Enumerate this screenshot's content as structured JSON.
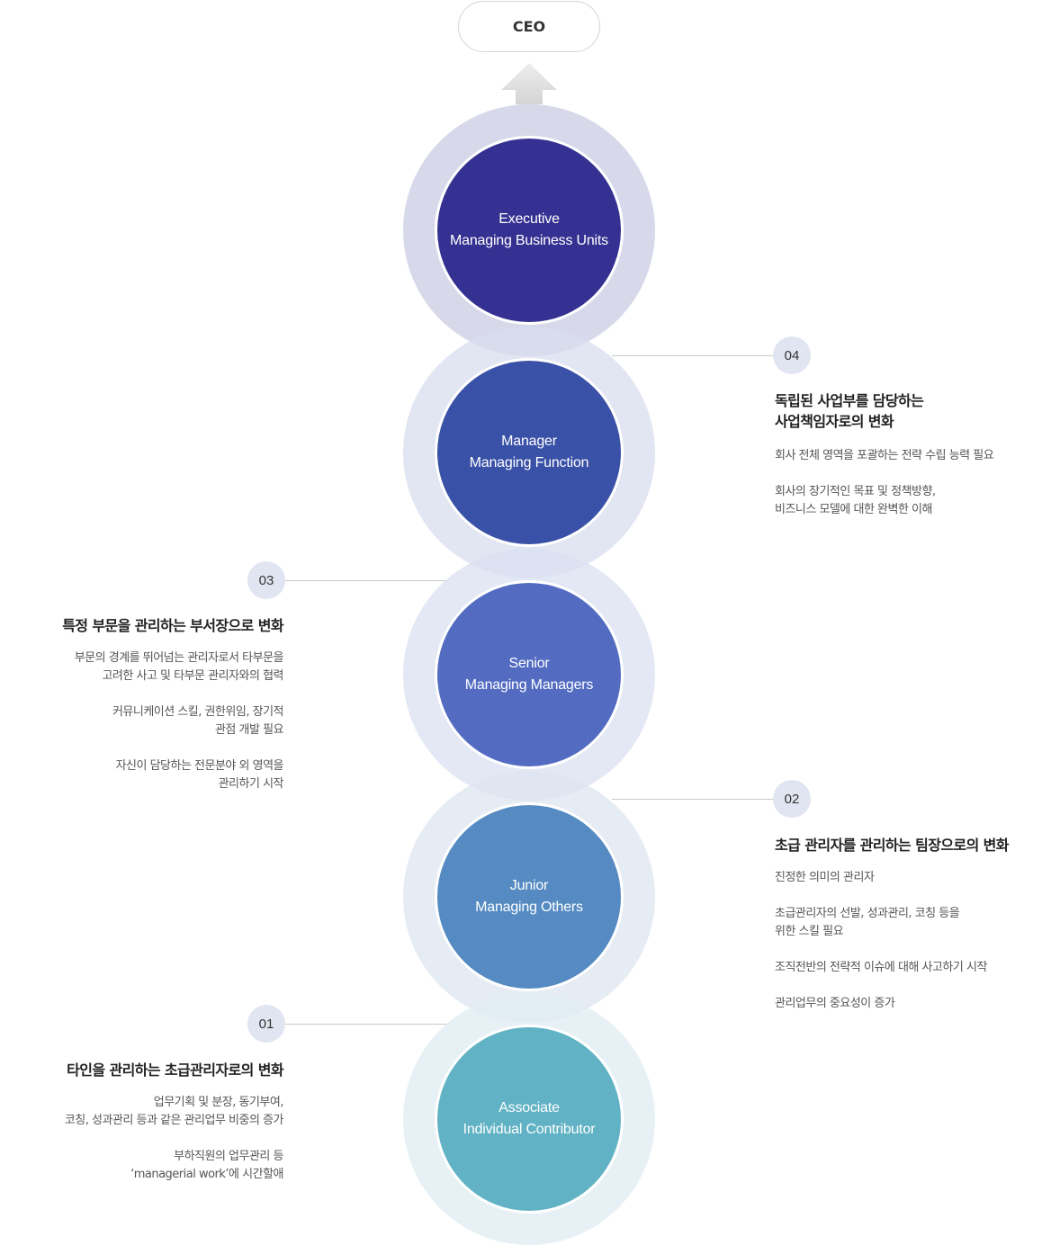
{
  "ceo": {
    "label": "CEO"
  },
  "levels": [
    {
      "line1": "Executive",
      "line2": "Managing Business Units",
      "ring_color": "#d5d7ea",
      "core_color": "#353192"
    },
    {
      "line1": "Manager",
      "line2": "Managing Function",
      "ring_color": "#d8dcee",
      "core_color": "#3951a7"
    },
    {
      "line1": "Senior",
      "line2": "Managing Managers",
      "ring_color": "#dbe0f2",
      "core_color": "#536cc2"
    },
    {
      "line1": "Junior",
      "line2": "Managing Others",
      "ring_color": "#dde5ef",
      "core_color": "#558bc2"
    },
    {
      "line1": "Associate",
      "line2": "Individual Contributor",
      "ring_color": "#e1eef3",
      "core_color": "#60b2c4"
    }
  ],
  "stages": [
    {
      "number": "04",
      "title_lines": [
        "독립된 사업부를 담당하는",
        "사업책임자로의 변화"
      ],
      "items": [
        [
          "회사 전체 영역을 포괄하는 전략 수립 능력 필요"
        ],
        [
          "회사의 장기적인 목표 및 정책방향,",
          "비즈니스 모델에 대한 완벽한 이해"
        ]
      ]
    },
    {
      "number": "03",
      "title_lines": [
        "특정 부문을 관리하는 부서장으로 변화"
      ],
      "items": [
        [
          "부문의 경계를 뛰어넘는 관리자로서 타부문을",
          "고려한 사고 및 타부문 관리자와의 협력"
        ],
        [
          "커뮤니케이션 스킬, 권한위임, 장기적",
          "관점 개발 필요"
        ],
        [
          "자신이 담당하는 전문분야 외 영역을",
          "관리하기 시작"
        ]
      ]
    },
    {
      "number": "02",
      "title_lines": [
        "초급 관리자를 관리하는 팀장으로의 변화"
      ],
      "items": [
        [
          "진정한 의미의 관리자"
        ],
        [
          "초급관리자의 선발, 성과관리, 코칭 등을",
          "위한 스킬 필요"
        ],
        [
          "조직전반의 전략적 이슈에 대해 사고하기 시작"
        ],
        [
          "관리업무의 중요성이 증가"
        ]
      ]
    },
    {
      "number": "01",
      "title_lines": [
        "타인을 관리하는 초급관리자로의 변화"
      ],
      "items": [
        [
          "업무기획 및 분장, 동기부여,",
          "코칭, 성과관리 등과 같은 관리업무 비중의 증가"
        ],
        [
          "부하직원의 업무관리 등",
          "‘managerial work’에 시간할애"
        ]
      ]
    }
  ]
}
